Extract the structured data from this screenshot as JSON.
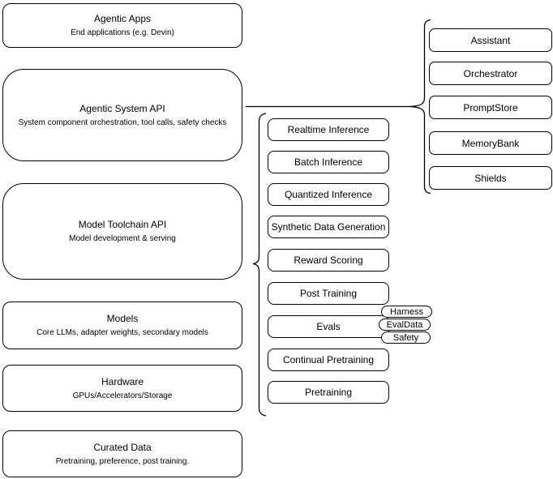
{
  "diagram": {
    "layers": [
      {
        "title": "Agentic Apps",
        "subtitle": "End applications (e.g. Devin)"
      },
      {
        "title": "Agentic System API",
        "subtitle": "System component orchestration, tool calls, safety checks"
      },
      {
        "title": "Model Toolchain API",
        "subtitle": "Model development & serving"
      },
      {
        "title": "Models",
        "subtitle": "Core LLMs, adapter weights, secondary models"
      },
      {
        "title": "Hardware",
        "subtitle": "GPUs/Accelerators/Storage"
      },
      {
        "title": "Curated Data",
        "subtitle": "Pretraining, preference, post training."
      }
    ],
    "system_components": [
      "Assistant",
      "Orchestrator",
      "PromptStore",
      "MemoryBank",
      "Shields"
    ],
    "toolchain_services": [
      "Realtime Inference",
      "Batch Inference",
      "Quantized Inference",
      "Synthetic Data Generation",
      "Reward Scoring",
      "Post Training",
      "Evals",
      "Continual Pretraining",
      "Pretraining"
    ],
    "eval_tags": [
      "Harness",
      "EvalData",
      "Safety"
    ],
    "colors": {
      "stroke": "#000000",
      "fill": "#ffffff",
      "text": "#000000"
    }
  }
}
